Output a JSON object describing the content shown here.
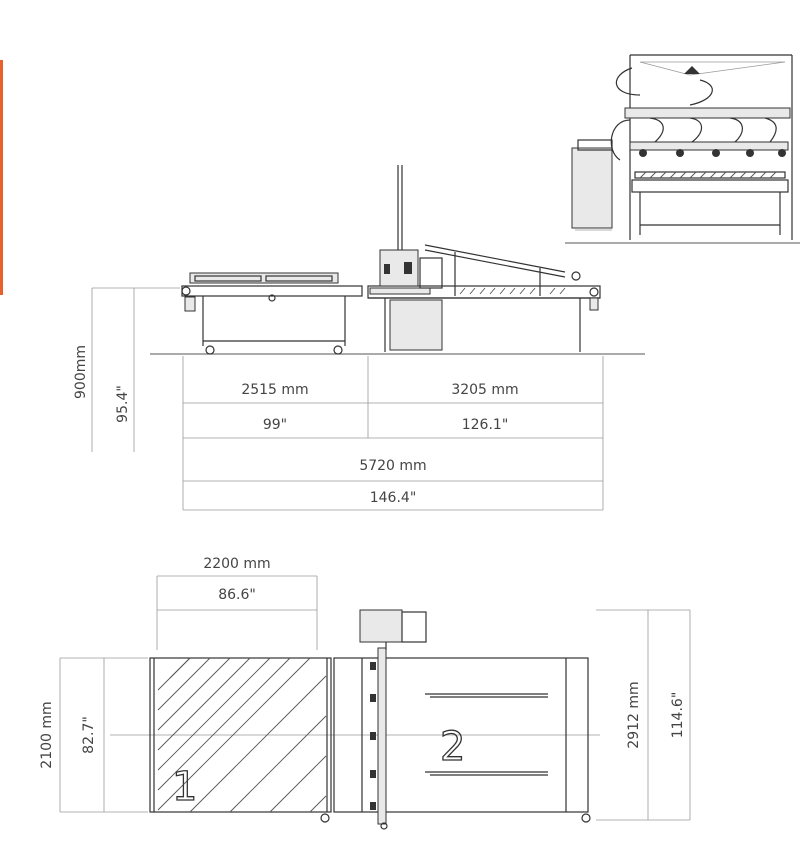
{
  "front_view": {
    "height_mm": "900mm",
    "height_in": "95.4\"",
    "section1_mm": "2515 mm",
    "section2_mm": "3205 mm",
    "section1_in": "99\"",
    "section2_in": "126.1\"",
    "total_mm": "5720 mm",
    "total_in": "146.4\""
  },
  "top_view": {
    "width_mm": "2200 mm",
    "width_in": "86.6\"",
    "depth_mm": "2100 mm",
    "depth_in": "82.7\"",
    "total_depth_mm": "2912 mm",
    "total_depth_in": "114.6\"",
    "zone1_label": "1",
    "zone2_label": "2"
  },
  "colors": {
    "accent": "#e8602c",
    "line": "#555555"
  }
}
